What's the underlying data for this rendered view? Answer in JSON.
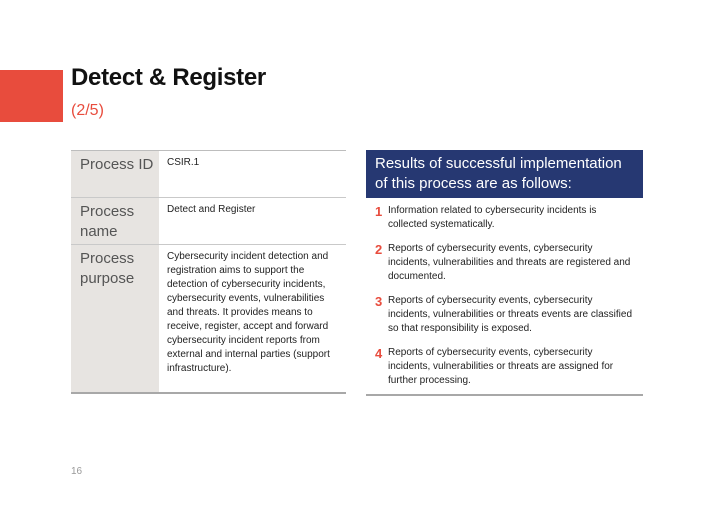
{
  "slide": {
    "title": "Detect & Register",
    "subtitle": "(2/5)",
    "page_number": "16",
    "accent_color": "#e84c3d",
    "header_color": "#263872"
  },
  "process_table": [
    {
      "label": "Process ID",
      "value": "CSIR.1"
    },
    {
      "label": "Process name",
      "value": "Detect and Register"
    },
    {
      "label": "Process purpose",
      "value": "Cybersecurity incident detection and registration aims to support the detection of cybersecurity incidents, cybersecurity events, vulnerabilities and threats. It provides means to receive, register, accept and forward cybersecurity incident reports from external and internal parties (support infrastructure)."
    }
  ],
  "results": {
    "header": "Results of successful implementation of this process are as follows:",
    "items": [
      {
        "num": "1",
        "text": "Information related to cybersecurity incidents is collected systematically."
      },
      {
        "num": "2",
        "text": "Reports of cybersecurity events, cybersecurity incidents, vulnerabilities and threats are registered and documented."
      },
      {
        "num": "3",
        "text": "Reports of cybersecurity events, cybersecurity incidents, vulnerabilities or threats events are classified so that responsibility is exposed."
      },
      {
        "num": "4",
        "text": "Reports of cybersecurity events, cybersecurity incidents, vulnerabilities or threats are assigned for further processing."
      }
    ]
  }
}
